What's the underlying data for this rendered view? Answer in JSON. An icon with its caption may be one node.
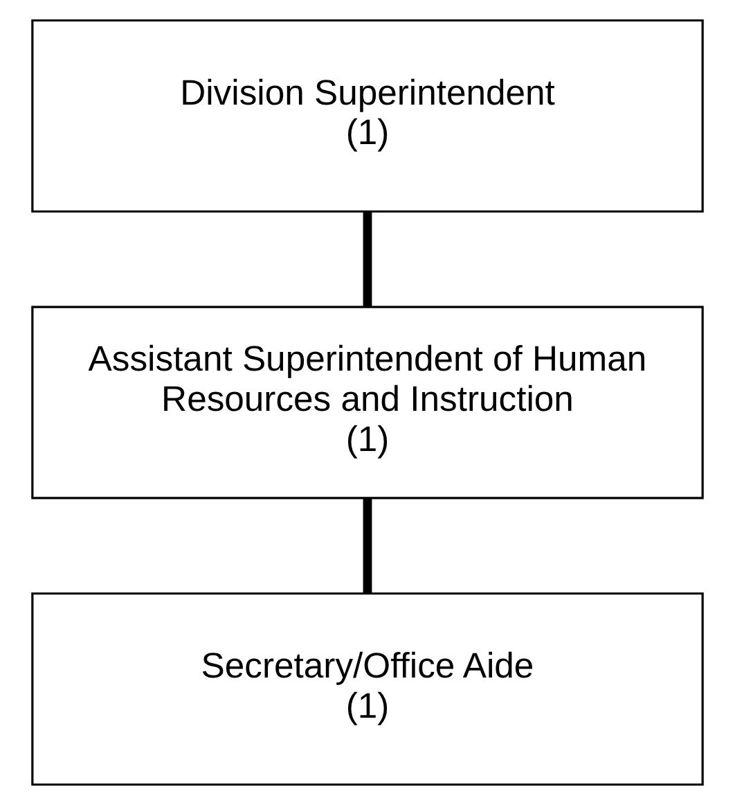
{
  "diagram": {
    "nodes": [
      {
        "text": [
          "Division Superintendent",
          "(1)"
        ]
      },
      {
        "text": [
          "Assistant Superintendent of Human Resources and Instruction",
          "(1)"
        ]
      },
      {
        "text": [
          "Secretary/Office Aide",
          "(1)"
        ]
      }
    ],
    "edges": [
      {
        "from": 0,
        "to": 1,
        "arrow": "none"
      },
      {
        "from": 1,
        "to": 2,
        "arrow": "none"
      }
    ]
  }
}
